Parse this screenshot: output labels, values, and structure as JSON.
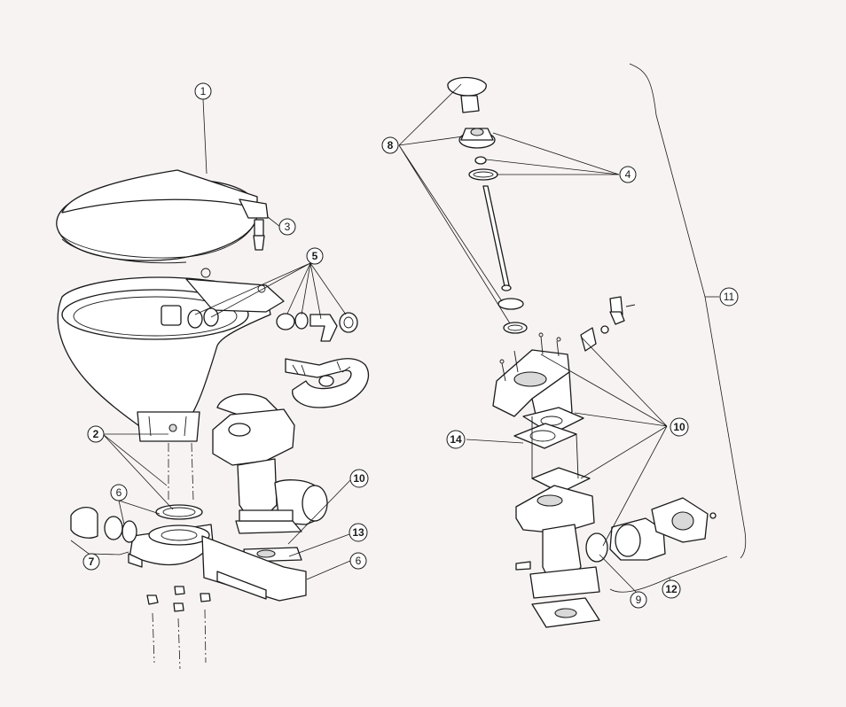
{
  "callouts": {
    "c1": "1",
    "c2": "2",
    "c3": "3",
    "c4": "4",
    "c5": "5",
    "c6a": "6",
    "c6b": "6",
    "c7": "7",
    "c8": "8",
    "c9": "9",
    "c10a": "10",
    "c10b": "10",
    "c11": "11",
    "c12": "12",
    "c13": "13",
    "c14": "14"
  },
  "colors": {
    "background": "#f8f3f3",
    "line": "#1a1a1a",
    "fill": "#ffffff",
    "shade": "#d9d9d9"
  }
}
